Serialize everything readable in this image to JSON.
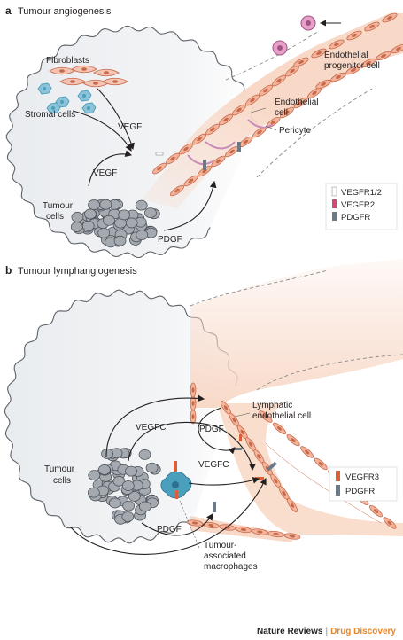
{
  "panel_a": {
    "letter": "a",
    "title": "Tumour angiogenesis",
    "labels": {
      "fibroblasts": "Fibroblasts",
      "stromal": "Stromal cells",
      "vegf1": "VEGF",
      "vegf2": "VEGF",
      "tumour1": "Tumour",
      "tumour2": "cells",
      "pdgf": "PDGF",
      "endo1": "Endothelial",
      "endo2": "cell",
      "pericyte": "Pericyte",
      "epc1": "Endothelial",
      "epc2": "progenitor cell"
    },
    "legend": [
      "VEGFR1/2",
      "VEGFR2",
      "PDGFR"
    ]
  },
  "panel_b": {
    "letter": "b",
    "title": "Tumour lymphangiogenesis",
    "labels": {
      "vegfc1": "VEGFC",
      "vegfc2": "VEGFC",
      "pdgf1": "PDGF",
      "pdgf2": "PDGF",
      "tumour1": "Tumour",
      "tumour2": "cells",
      "lec1": "Lymphatic",
      "lec2": "endothelial cell",
      "tam1": "Tumour-",
      "tam2": "associated",
      "tam3": "macrophages"
    },
    "legend": [
      "VEGFR3",
      "PDGFR"
    ]
  },
  "credit": {
    "journal": "Nature Reviews",
    "separator": "|",
    "section": "Drug Discovery"
  },
  "colors": {
    "tumour_bg": "#eef0f2",
    "vessel": "#f8d9c8",
    "cell_fill": "#f2b49a",
    "cell_stroke": "#c8684a",
    "tumour_cell": "#9a9fa6",
    "stromal": "#4a9fbc",
    "pericyte": "#c98bb9",
    "vegfr2": "#d1497a",
    "pdgfr": "#6b7a86",
    "vegfr3": "#d9613a"
  }
}
